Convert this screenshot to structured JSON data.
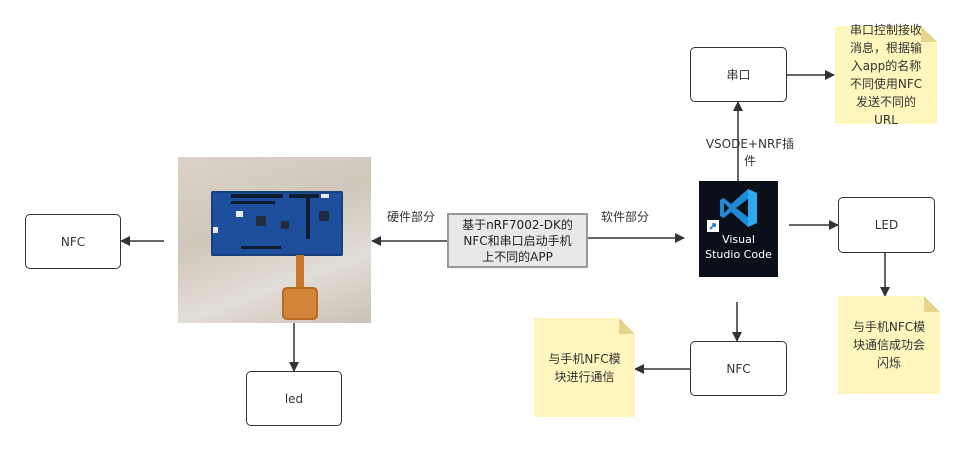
{
  "diagram": {
    "center_box": {
      "text": "基于nRF7002-DK的\nNFC和串口启动手机\n上不同的APP"
    },
    "edge_labels": {
      "hardware": "硬件部分",
      "software": "软件部分",
      "vscode_plugin": "VSODE+NRF插\n件"
    },
    "hardware": {
      "photo_alt": "nRF7002-DK board photo",
      "nfc_box": "NFC",
      "led_box": "led"
    },
    "software": {
      "vscode_icon": {
        "caption": "Visual\nStudio Code",
        "name": "vscode-app-icon"
      },
      "serial_box": "串口",
      "led_box": "LED",
      "nfc_box": "NFC",
      "notes": {
        "serial": "串口控制接收\n消息，根据输\n入app的名称\n不同使用NFC\n发送不同的\nURL",
        "led": "与手机NFC模\n块通信成功会\n闪烁",
        "nfc": "与手机NFC模\n块进行通信"
      }
    }
  },
  "colors": {
    "stroke": "#333333",
    "note_fill": "#fff6bd",
    "center_fill": "#e8e8e8",
    "vscode_blue": "#23a9f2"
  }
}
